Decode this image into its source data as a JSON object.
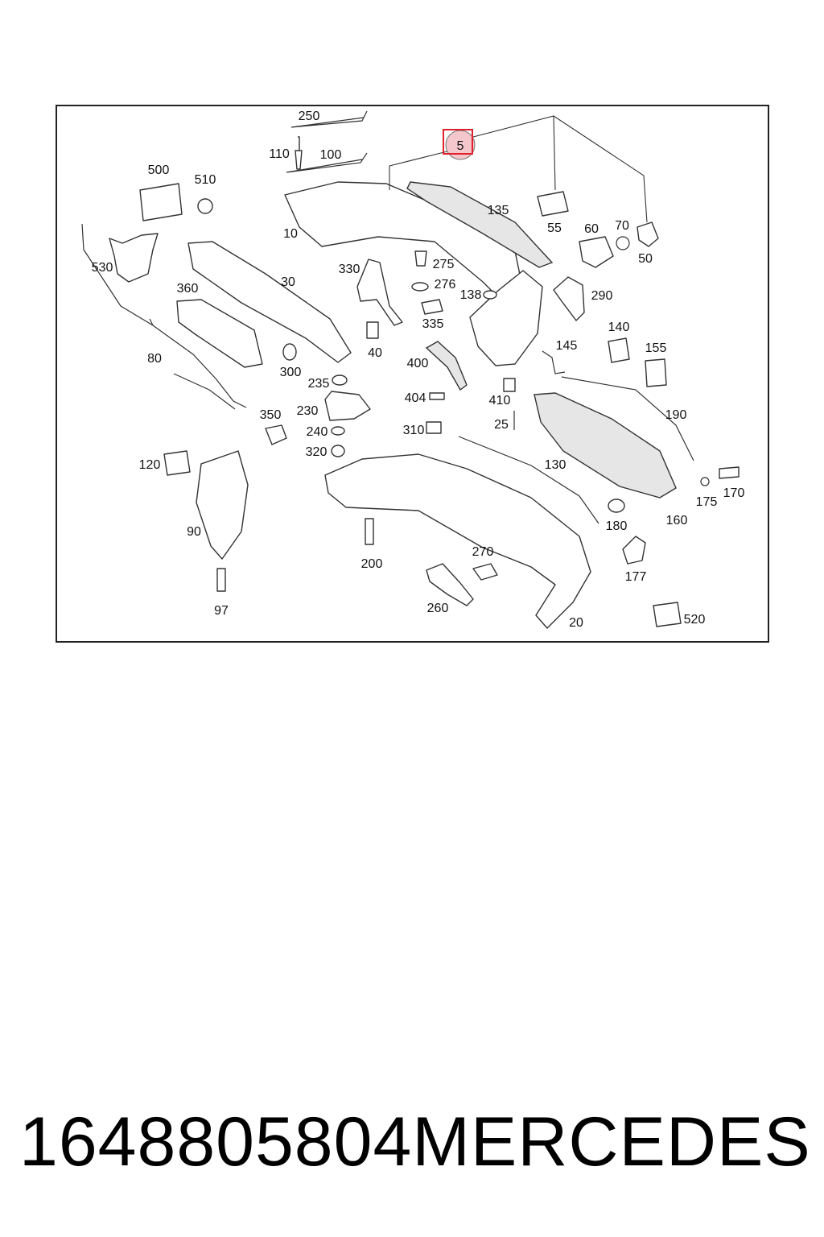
{
  "highlight": {
    "label": "5",
    "highlight_color": "#e0202a",
    "fill_color": "#f3c7cc"
  },
  "callouts": [
    "250",
    "110",
    "100",
    "500",
    "510",
    "10",
    "135",
    "55",
    "60",
    "70",
    "50",
    "530",
    "360",
    "30",
    "330",
    "275",
    "276",
    "138",
    "290",
    "335",
    "80",
    "40",
    "300",
    "145",
    "140",
    "155",
    "400",
    "235",
    "230",
    "404",
    "410",
    "190",
    "350",
    "240",
    "310",
    "25",
    "320",
    "120",
    "130",
    "175",
    "170",
    "90",
    "180",
    "160",
    "200",
    "270",
    "177",
    "97",
    "260",
    "20",
    "520"
  ],
  "footer": {
    "part_number": "1648805804",
    "brand": "MERCEDES"
  }
}
